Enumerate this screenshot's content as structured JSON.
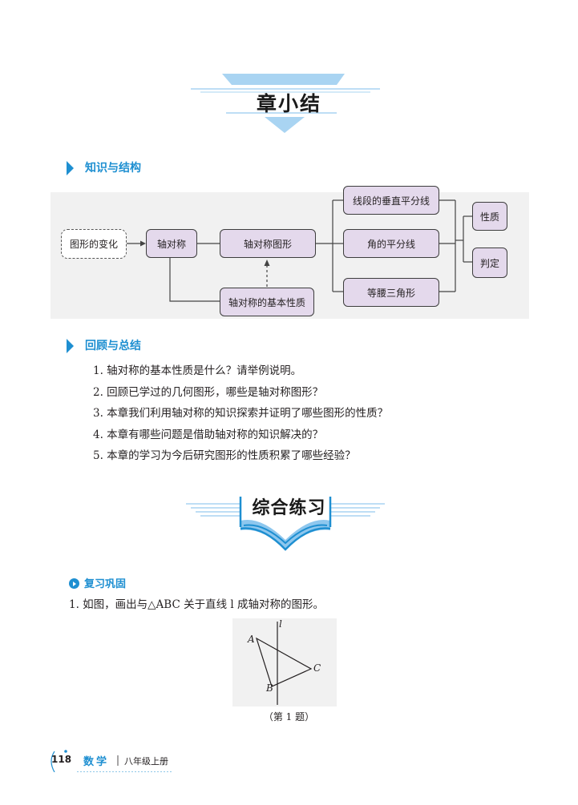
{
  "chapter": {
    "title": "章小结"
  },
  "section1": {
    "title": "知识与结构"
  },
  "diagram": {
    "transform": "图形的变化",
    "axial_symmetry": "轴对称",
    "symmetric_figure": "轴对称图形",
    "basic_property": "轴对称的基本性质",
    "perp_bisector": "线段的垂直平分线",
    "angle_bisector": "角的平分线",
    "isosceles": "等腰三角形",
    "property": "性质",
    "judgement": "判定"
  },
  "section2": {
    "title": "回顾与总结",
    "questions": [
      "1. 轴对称的基本性质是什么？请举例说明。",
      "2. 回顾已学过的几何图形，哪些是轴对称图形？",
      "3. 本章我们利用轴对称的知识探索并证明了哪些图形的性质？",
      "4. 本章有哪些问题是借助轴对称的知识解决的？",
      "5. 本章的学习为今后研究图形的性质积累了哪些经验？"
    ]
  },
  "practice": {
    "title": "综合练习",
    "subsection": "复习巩固",
    "q1": "1. 如图，画出与△ABC 关于直线 l 成轴对称的图形。",
    "figure": {
      "line": "l",
      "A": "A",
      "B": "B",
      "C": "C"
    },
    "caption": "（第 1 题）"
  },
  "footer": {
    "page": "118",
    "subject": "数学",
    "grade": "八年级上册"
  },
  "colors": {
    "accent": "#1e8fd1",
    "box_fill": "#e4d9ec",
    "banner": "#a9d4f2"
  }
}
